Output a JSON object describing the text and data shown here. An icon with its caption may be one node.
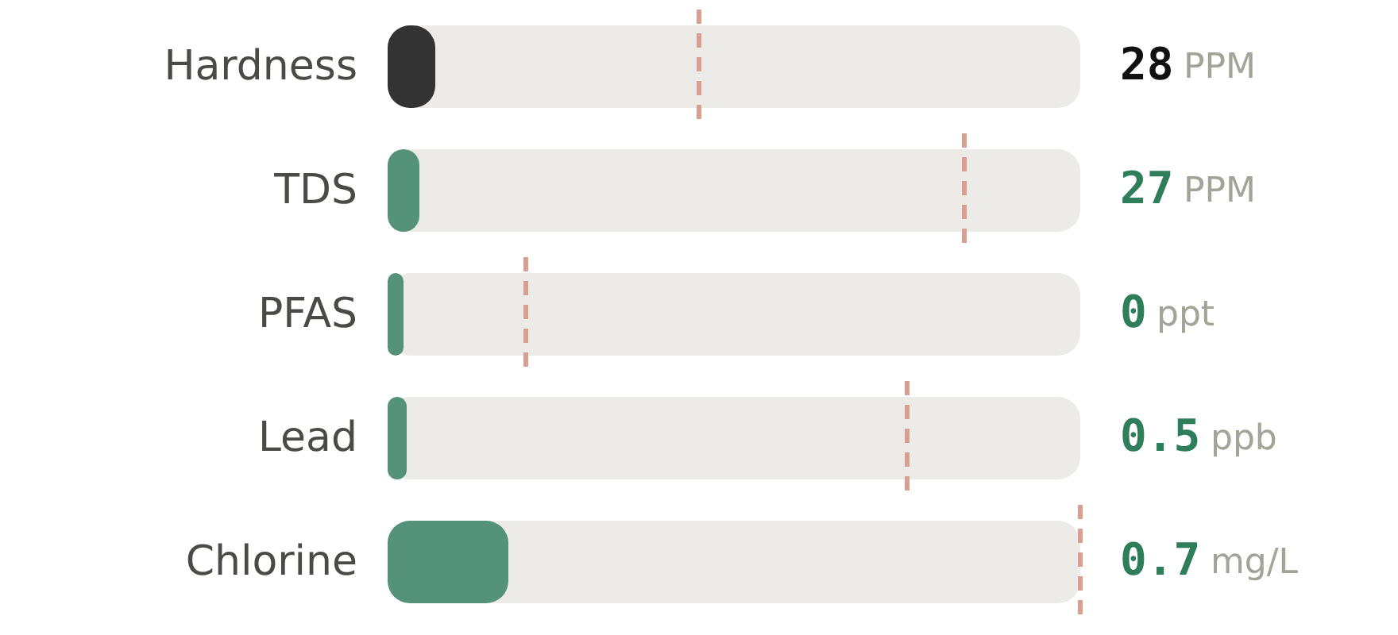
{
  "diagram": {
    "labels": [
      "Hardness",
      "28",
      "PPM",
      "TDS",
      "27",
      "PPM",
      "PFAS",
      "0",
      "ppt",
      "Lead",
      "0.5",
      "ppb",
      "Chlorine",
      "0.7",
      "mg/L"
    ]
  }
}
